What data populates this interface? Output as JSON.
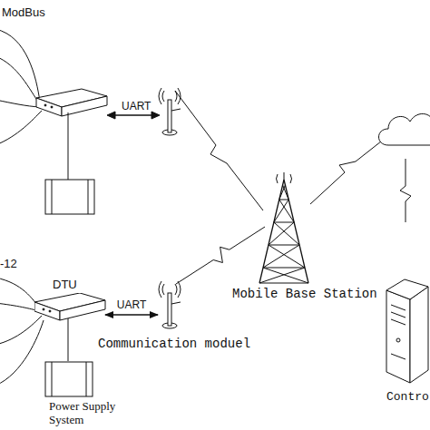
{
  "diagram": {
    "nodes": [
      {
        "text": [
          "DTU"
        ]
      },
      {
        "text": [
          "Communication moduel"
        ]
      },
      {
        "text": [
          "Mobile Base Station"
        ]
      },
      {
        "text": [
          "Power Supply System"
        ]
      },
      {
        "text": [
          "Contro"
        ]
      }
    ],
    "edges": [
      {
        "from": 0,
        "to": 1,
        "arrow": "both",
        "label": "UART"
      },
      {
        "from": 0,
        "to": 3,
        "arrow": "none"
      },
      {
        "from": 1,
        "to": 2,
        "arrow": "none"
      }
    ],
    "labels": [
      "ModBus",
      "-12",
      "UART"
    ]
  }
}
